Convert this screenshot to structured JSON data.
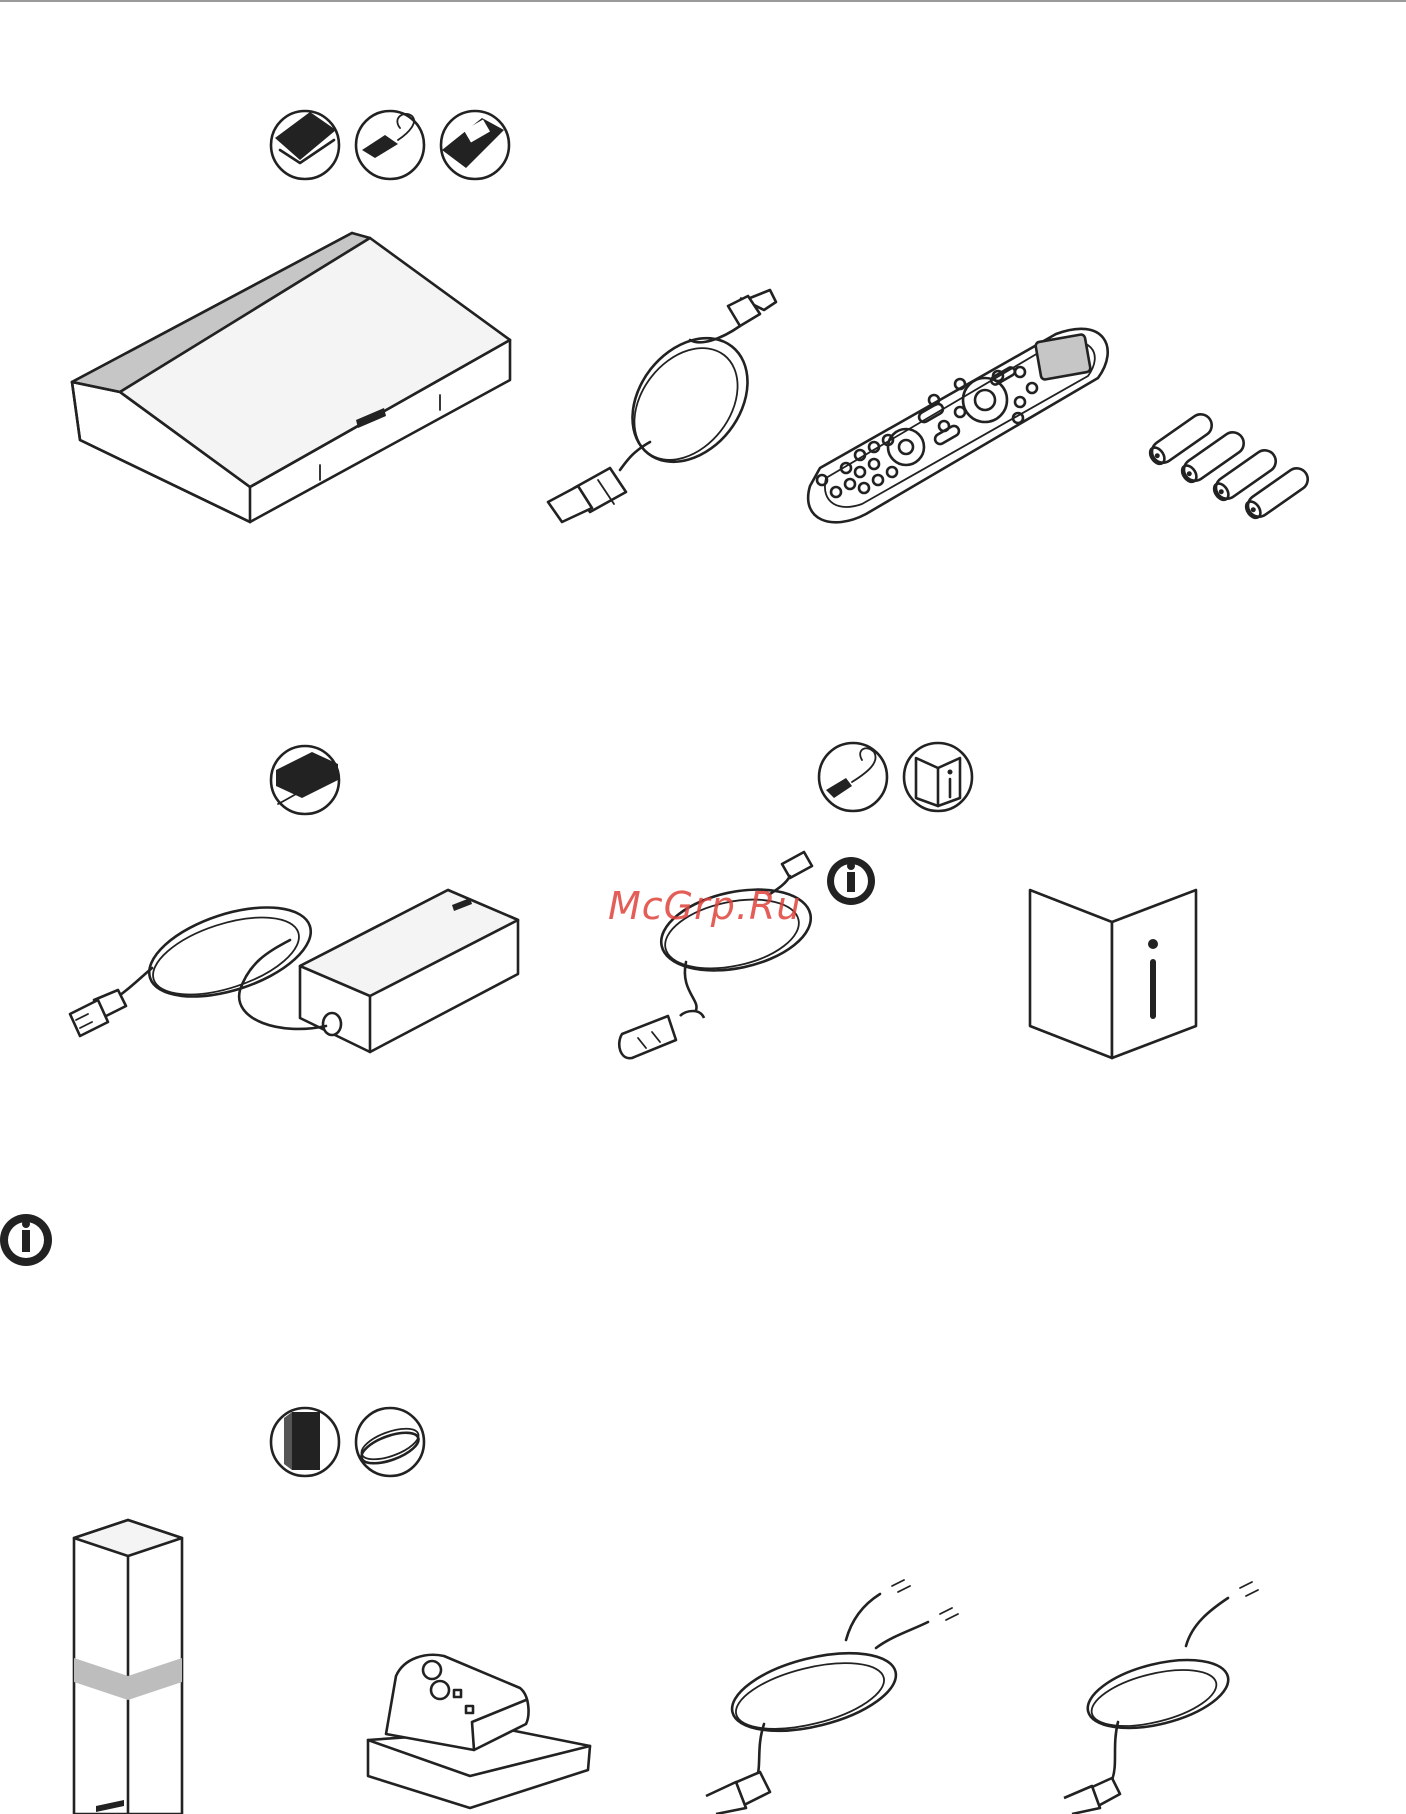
{
  "watermark": {
    "text": "McGrp.Ru",
    "color": "#e0423c"
  },
  "sections": [
    {
      "name": "console-remote-group",
      "badges": [
        "console-badge-icon",
        "hdmi-cable-badge-icon",
        "remote-badge-icon"
      ],
      "items": [
        "console-icon",
        "hdmi-cable-icon",
        "universal-remote-icon",
        "aa-batteries-icon"
      ]
    },
    {
      "name": "power-group",
      "badges": [
        "power-supply-badge-icon",
        "power-cord-badge-icon",
        "manual-badge-icon"
      ],
      "items": [
        "power-supply-icon",
        "power-cord-icon",
        "info-icon",
        "owners-guide-icon"
      ]
    },
    {
      "name": "speaker-group",
      "badges": [
        "speaker-badge-icon",
        "speaker-cable-badge-icon"
      ],
      "items": [
        "speaker-array-icon",
        "speaker-stand-base-icon",
        "dual-speaker-cable-icon",
        "single-speaker-cable-icon"
      ]
    }
  ],
  "colors": {
    "line": "#222222",
    "gray_fill": "#c6c6c6",
    "background": "#ffffff"
  }
}
